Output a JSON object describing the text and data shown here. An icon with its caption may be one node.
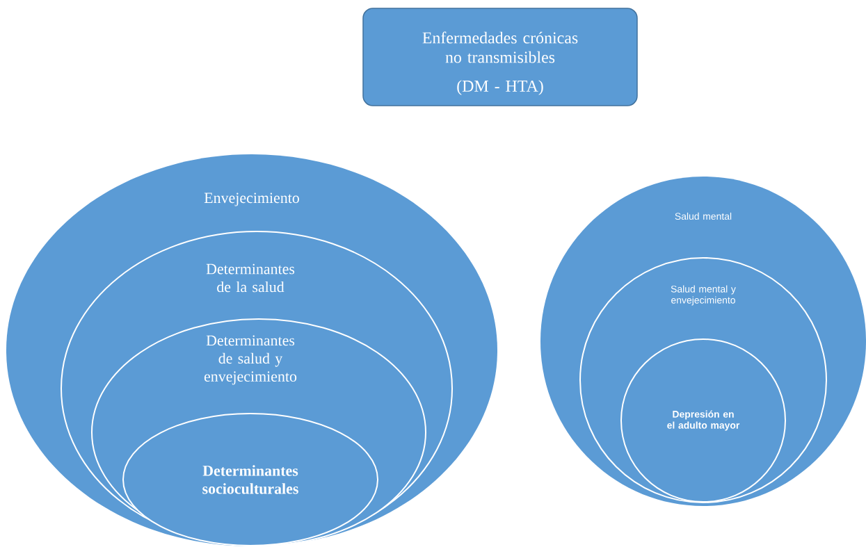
{
  "diagram": {
    "nodes": [
      {
        "text": [
          "Enfermedades crónicas no transmisibles",
          "(DM - HTA)"
        ]
      },
      {
        "text": [
          "Envejecimiento"
        ]
      },
      {
        "text": [
          "Determinantes de la salud"
        ],
        "in": 1
      },
      {
        "text": [
          "Determinantes de salud y envejecimiento"
        ],
        "in": 2
      },
      {
        "text": [
          "Determinantes socioculturales"
        ],
        "in": 3
      },
      {
        "text": [
          "Salud mental"
        ]
      },
      {
        "text": [
          "Salud mental y envejecimiento"
        ],
        "in": 5
      },
      {
        "text": [
          "Depresión en el adulto mayor"
        ],
        "in": 6
      }
    ]
  }
}
